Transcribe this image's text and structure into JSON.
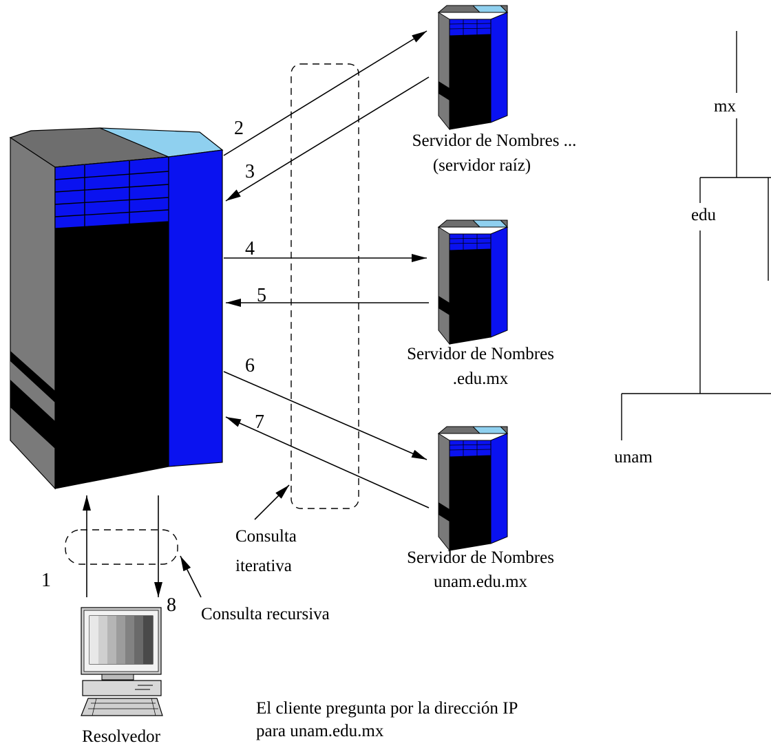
{
  "steps": {
    "s1": "1",
    "s2": "2",
    "s3": "3",
    "s4": "4",
    "s5": "5",
    "s6": "6",
    "s7": "7",
    "s8": "8"
  },
  "servers": {
    "root": {
      "line1": "Servidor de Nombres ...",
      "line2": "(servidor raíz)"
    },
    "edu": {
      "line1": "Servidor de Nombres",
      "line2": ".edu.mx"
    },
    "unam": {
      "line1": "Servidor de Nombres",
      "line2": "unam.edu.mx"
    }
  },
  "labels": {
    "iterative_line1": "Consulta",
    "iterative_line2": "iterativa",
    "recursive": "Consulta recursiva",
    "resolver": "Resolvedor",
    "caption_line1": "El cliente pregunta por la dirección IP",
    "caption_line2": "para unam.edu.mx"
  },
  "tree": {
    "mx": "mx",
    "edu": "edu",
    "unam": "unam"
  },
  "colors": {
    "server_blue": "#0a12f0",
    "server_light": "#8fd0ef",
    "server_gray": "#7a7a7a",
    "server_top_gray": "#6e6e6e"
  }
}
